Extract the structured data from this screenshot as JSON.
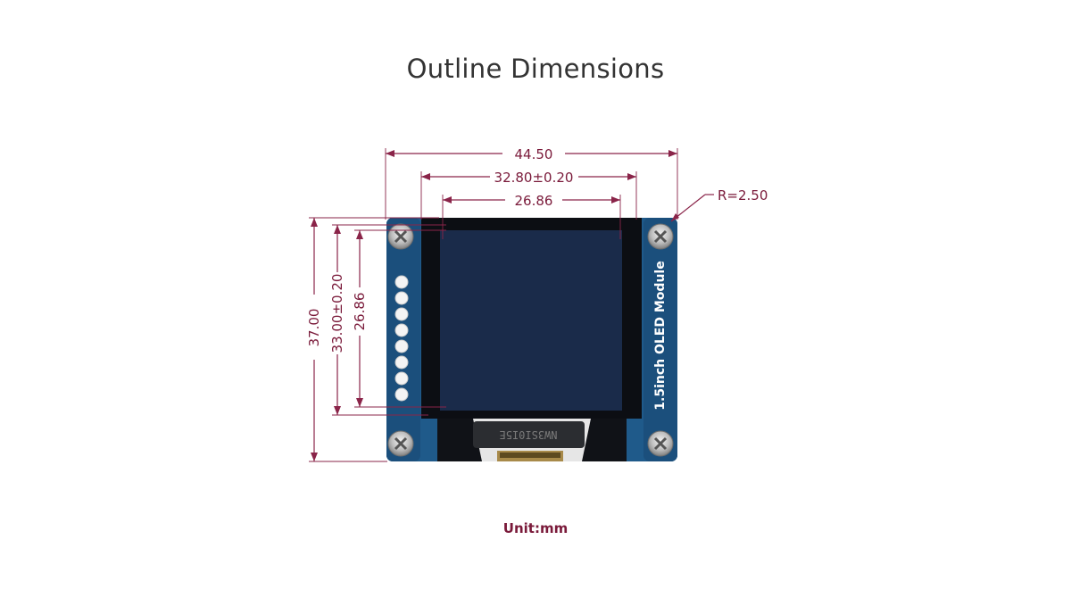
{
  "title": "Outline Dimensions",
  "unit_label": "Unit:mm",
  "module": {
    "silkscreen_label": "1.5inch OLED Module",
    "chip_marking": "NW3SI0I5E",
    "pcb_color": "#1f5a8a",
    "screen_color": "#1a2b4a"
  },
  "dimensions": {
    "overall_width": "44.50",
    "screen_outline_width": "32.80±0.20",
    "active_area_width": "26.86",
    "corner_radius": "R=2.50",
    "overall_height": "37.00",
    "screen_outline_height": "33.00±0.20",
    "active_area_height": "26.86"
  },
  "colors": {
    "dimension": "#8a2449",
    "title": "#333333"
  }
}
